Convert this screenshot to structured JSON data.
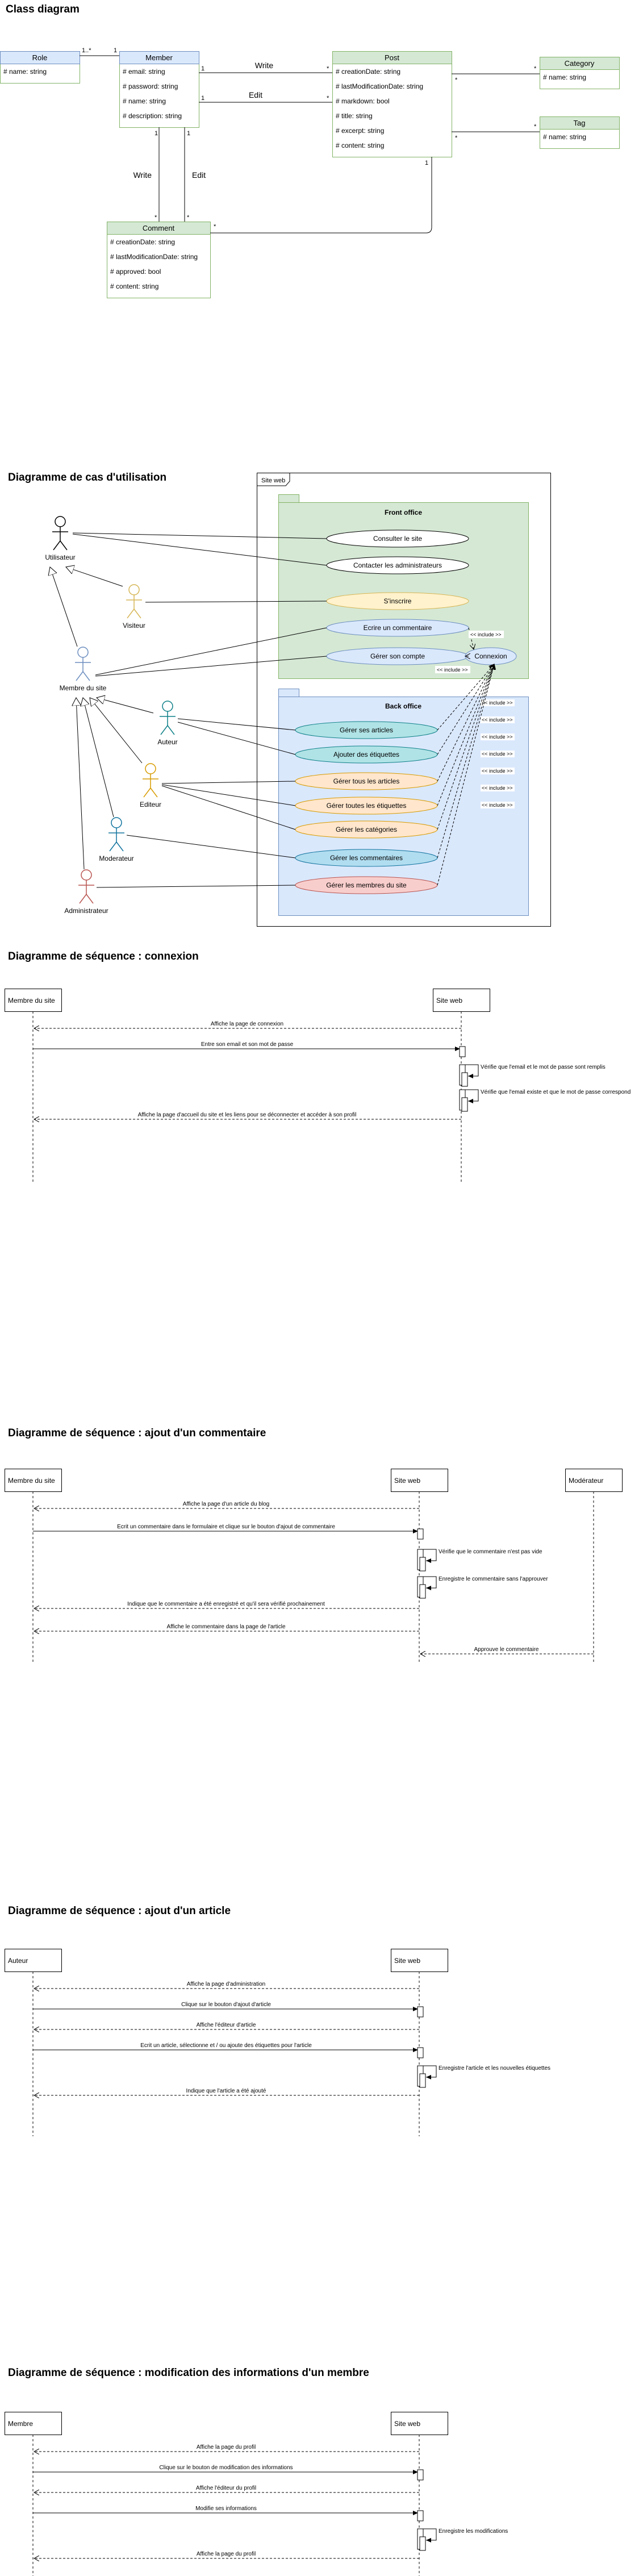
{
  "titles": {
    "class": "Class diagram",
    "usecase": "Diagramme de cas d'utilisation",
    "seq_connexion": "Diagramme de séquence : connexion",
    "seq_comment": "Diagramme de séquence : ajout d'un commentaire",
    "seq_article": "Diagramme de séquence : ajout d'un article",
    "seq_profile": "Diagramme de séquence : modification des informations d'un membre"
  },
  "class_diagram": {
    "classes": [
      {
        "id": "role",
        "name": "Role",
        "color": "#dae8fc",
        "attrs": [
          "# name: string"
        ]
      },
      {
        "id": "member",
        "name": "Member",
        "color": "#dae8fc",
        "attrs": [
          "# email: string",
          "# password: string",
          "# name: string",
          "# description: string"
        ]
      },
      {
        "id": "post",
        "name": "Post",
        "color": "#d5e8d4",
        "attrs": [
          "# creationDate: string",
          "# lastModificationDate: string",
          "# markdown: bool",
          "# title: string",
          "# excerpt: string",
          "# content: string"
        ]
      },
      {
        "id": "category",
        "name": "Category",
        "color": "#d5e8d4",
        "attrs": [
          "# name: string"
        ]
      },
      {
        "id": "tag",
        "name": "Tag",
        "color": "#d5e8d4",
        "attrs": [
          "# name: string"
        ]
      },
      {
        "id": "comment",
        "name": "Comment",
        "color": "#d5e8d4",
        "attrs": [
          "# creationDate: string",
          "# lastModificationDate: string",
          "# approved: bool",
          "# content: string"
        ]
      }
    ],
    "relations": [
      {
        "id": "role-member",
        "label": "",
        "m1": "1..*",
        "m2": "1"
      },
      {
        "id": "member-post-write",
        "label": "Write",
        "m1": "1",
        "m2": "*"
      },
      {
        "id": "member-post-edit",
        "label": "Edit",
        "m1": "1",
        "m2": "*"
      },
      {
        "id": "post-category",
        "label": "",
        "m1": "*",
        "m2": "*"
      },
      {
        "id": "post-tag",
        "label": "",
        "m1": "*",
        "m2": "*"
      },
      {
        "id": "member-comment-write",
        "label": "Write",
        "m1": "1",
        "m2": "*"
      },
      {
        "id": "member-comment-edit",
        "label": "Edit",
        "m1": "1",
        "m2": "*"
      },
      {
        "id": "post-comment",
        "label": "",
        "m1": "1",
        "m2": "*"
      }
    ]
  },
  "usecase_diagram": {
    "system_label": "Site web",
    "front_label": "Front office",
    "back_label": "Back office",
    "actors": [
      {
        "id": "utilisateur",
        "name": "Utilisateur",
        "color": "#000000"
      },
      {
        "id": "visiteur",
        "name": "Visiteur",
        "color": "#d6b656"
      },
      {
        "id": "membre",
        "name": "Membre du site",
        "color": "#6c8ebf"
      },
      {
        "id": "auteur",
        "name": "Auteur",
        "color": "#0e8088"
      },
      {
        "id": "editeur",
        "name": "Editeur",
        "color": "#d79b00"
      },
      {
        "id": "moderateur",
        "name": "Moderateur",
        "color": "#10739e"
      },
      {
        "id": "administrateur",
        "name": "Administrateur",
        "color": "#b85450"
      }
    ],
    "usecases": [
      {
        "id": "consulter",
        "label": "Consulter le site",
        "fill": "#ffffff",
        "stroke": "#000000"
      },
      {
        "id": "contacter",
        "label": "Contacter les administrateurs",
        "fill": "#ffffff",
        "stroke": "#000000"
      },
      {
        "id": "inscrire",
        "label": "S'inscrire",
        "fill": "#fff2cc",
        "stroke": "#d6b656"
      },
      {
        "id": "ecrire-commentaire",
        "label": "Ecrire un commentaire",
        "fill": "#dae8fc",
        "stroke": "#6c8ebf"
      },
      {
        "id": "gerer-compte",
        "label": "Gérer son compte",
        "fill": "#dae8fc",
        "stroke": "#6c8ebf"
      },
      {
        "id": "connexion",
        "label": "Connexion",
        "fill": "#dae8fc",
        "stroke": "#6c8ebf"
      },
      {
        "id": "gerer-articles",
        "label": "Gérer ses articles",
        "fill": "#b0e3e6",
        "stroke": "#0e8088"
      },
      {
        "id": "ajouter-etiquettes",
        "label": "Ajouter des étiquettes",
        "fill": "#b0e3e6",
        "stroke": "#0e8088"
      },
      {
        "id": "gerer-tous-articles",
        "label": "Gérer tous les articles",
        "fill": "#ffe6cc",
        "stroke": "#d79b00"
      },
      {
        "id": "gerer-toutes-etiquettes",
        "label": "Gérer toutes les étiquettes",
        "fill": "#ffe6cc",
        "stroke": "#d79b00"
      },
      {
        "id": "gerer-categories",
        "label": "Gérer les catégories",
        "fill": "#ffe6cc",
        "stroke": "#d79b00"
      },
      {
        "id": "gerer-commentaires",
        "label": "Gérer les commentaires",
        "fill": "#b1ddf0",
        "stroke": "#10739e"
      },
      {
        "id": "gerer-membres",
        "label": "Gérer les membres du site",
        "fill": "#f8cecc",
        "stroke": "#b85450"
      }
    ],
    "include_label": "<< include >>"
  },
  "sequences": [
    {
      "id": "connexion",
      "participants": [
        {
          "id": "membre",
          "label": "Membre du site"
        },
        {
          "id": "site",
          "label": "Site web"
        }
      ],
      "messages": [
        {
          "kind": "return",
          "text": "Affiche la page de connexion"
        },
        {
          "kind": "call",
          "text": "Entre son email et son mot de passe"
        },
        {
          "kind": "self",
          "text": "Vérifie que l'email et le mot de passe sont remplis"
        },
        {
          "kind": "self",
          "text": "Vérifie que l'email existe et que le mot de passe correspond"
        },
        {
          "kind": "return",
          "text": "Affiche la page d'accueil du site et les liens pour se déconnecter et accéder à son profil"
        }
      ]
    },
    {
      "id": "commentaire",
      "participants": [
        {
          "id": "membre",
          "label": "Membre du site"
        },
        {
          "id": "site",
          "label": "Site web"
        },
        {
          "id": "moderateur",
          "label": "Modérateur"
        }
      ],
      "messages": [
        {
          "kind": "return",
          "text": "Affiche la page d'un article du blog"
        },
        {
          "kind": "call",
          "text": "Ecrit un commentaire dans le formulaire et clique sur le bouton d'ajout de commentaire"
        },
        {
          "kind": "self",
          "text": "Vérifie que le commentaire n'est pas vide"
        },
        {
          "kind": "self",
          "text": "Enregistre le commentaire sans l'approuver"
        },
        {
          "kind": "return",
          "text": "Indique que le commentaire a été enregistré et qu'il sera vérifié prochainement"
        },
        {
          "kind": "return",
          "text": "Affiche le commentaire dans la page de l'article"
        },
        {
          "kind": "return2",
          "text": "Approuve le commentaire"
        }
      ]
    },
    {
      "id": "article",
      "participants": [
        {
          "id": "auteur",
          "label": "Auteur"
        },
        {
          "id": "site",
          "label": "Site web"
        }
      ],
      "messages": [
        {
          "kind": "return",
          "text": "Affiche la page d'administration"
        },
        {
          "kind": "call",
          "text": "Clique sur le bouton d'ajout d'article"
        },
        {
          "kind": "return",
          "text": "Affiche l'éditeur d'article"
        },
        {
          "kind": "call",
          "text": "Ecrit un article, sélectionne et / ou ajoute des étiquettes pour l'article"
        },
        {
          "kind": "self",
          "text": "Enregistre l'article et les nouvelles étiquettes"
        },
        {
          "kind": "return",
          "text": "Indique que l'article a été ajouté"
        }
      ]
    },
    {
      "id": "profil",
      "participants": [
        {
          "id": "membre",
          "label": "Membre"
        },
        {
          "id": "site",
          "label": "Site web"
        }
      ],
      "messages": [
        {
          "kind": "return",
          "text": "Affiche la page du profil"
        },
        {
          "kind": "call",
          "text": "Clique sur le bouton de modification des informations"
        },
        {
          "kind": "return",
          "text": "Affiche l'éditeur du profil"
        },
        {
          "kind": "call",
          "text": "Modifie ses informations"
        },
        {
          "kind": "self",
          "text": "Enregistre les modifications"
        },
        {
          "kind": "return",
          "text": "Affiche la page du profil"
        }
      ]
    }
  ]
}
